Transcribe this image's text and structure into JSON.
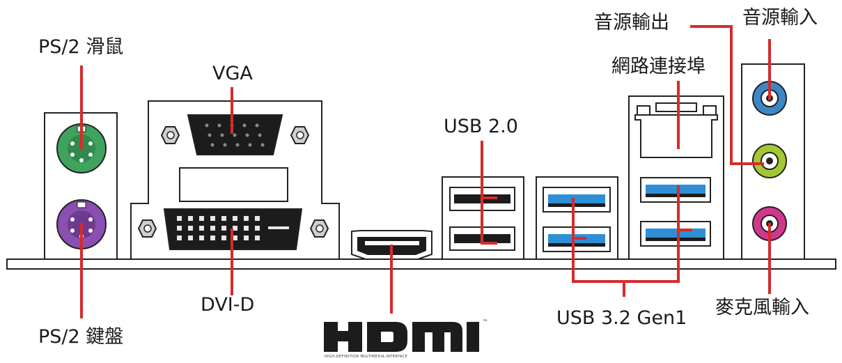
{
  "labels": {
    "ps2_mouse": "PS/2 滑鼠",
    "ps2_keyboard": "PS/2 鍵盤",
    "vga": "VGA",
    "dvi_d": "DVI-D",
    "usb20": "USB 2.0",
    "usb32": "USB 3.2 Gen1",
    "lan": "網路連接埠",
    "line_out": "音源輸出",
    "line_in": "音源輸入",
    "mic_in": "麥克風輸入"
  },
  "hdmi_logo": {
    "wordmark": "HDMI",
    "tagline": "HIGH-DEFINITION MULTIMEDIA INTERFACE",
    "tm": "™"
  },
  "colors": {
    "leader_line": "#d52b2b",
    "ps2_mouse": "#3fa35d",
    "ps2_keyboard": "#8a4fb0",
    "usb3_blue": "#2f8fd6",
    "audio_line_in": "#3b88c8",
    "audio_line_out": "#a4c834",
    "audio_mic": "#d0388e"
  }
}
